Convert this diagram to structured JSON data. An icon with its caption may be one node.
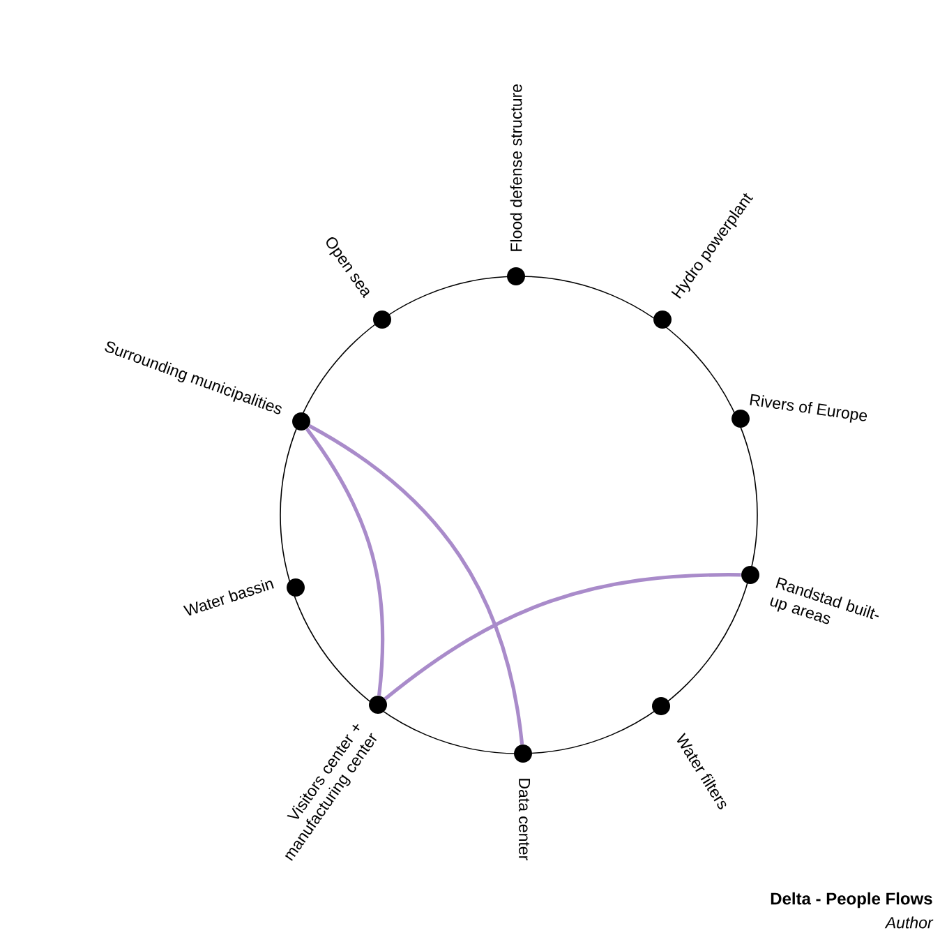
{
  "diagram": {
    "title": "Delta - People Flows",
    "nodes": [
      {
        "text": [
          "Flood defense structure"
        ]
      },
      {
        "text": [
          "Hydro powerplant"
        ]
      },
      {
        "text": [
          "Rivers of Europe"
        ]
      },
      {
        "text": [
          "Randstad built-up areas"
        ]
      },
      {
        "text": [
          "Water filters"
        ]
      },
      {
        "text": [
          "Data center"
        ]
      },
      {
        "text": [
          "Visitors center + manufacturing center"
        ]
      },
      {
        "text": [
          "Water bassin"
        ]
      },
      {
        "text": [
          "Surrounding municipalities"
        ]
      },
      {
        "text": [
          "Open sea"
        ]
      }
    ],
    "edges": [
      {
        "from": 8,
        "to": 6,
        "arrow": "none"
      },
      {
        "from": 8,
        "to": 5,
        "arrow": "none"
      },
      {
        "from": 3,
        "to": 6,
        "arrow": "none"
      }
    ],
    "labels": [
      "Author"
    ]
  }
}
